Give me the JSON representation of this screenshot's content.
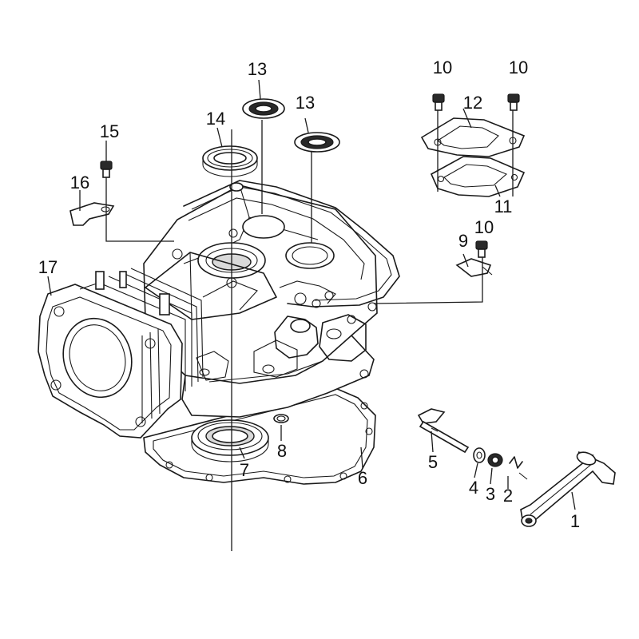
{
  "diagram": {
    "callouts": [
      "1",
      "2",
      "3",
      "4",
      "5",
      "6",
      "7",
      "8",
      "9",
      "10",
      "10",
      "10",
      "11",
      "12",
      "13",
      "13",
      "14",
      "15",
      "16",
      "17"
    ]
  },
  "colors": {
    "ink": "#1a1a1a",
    "background": "#ffffff"
  }
}
